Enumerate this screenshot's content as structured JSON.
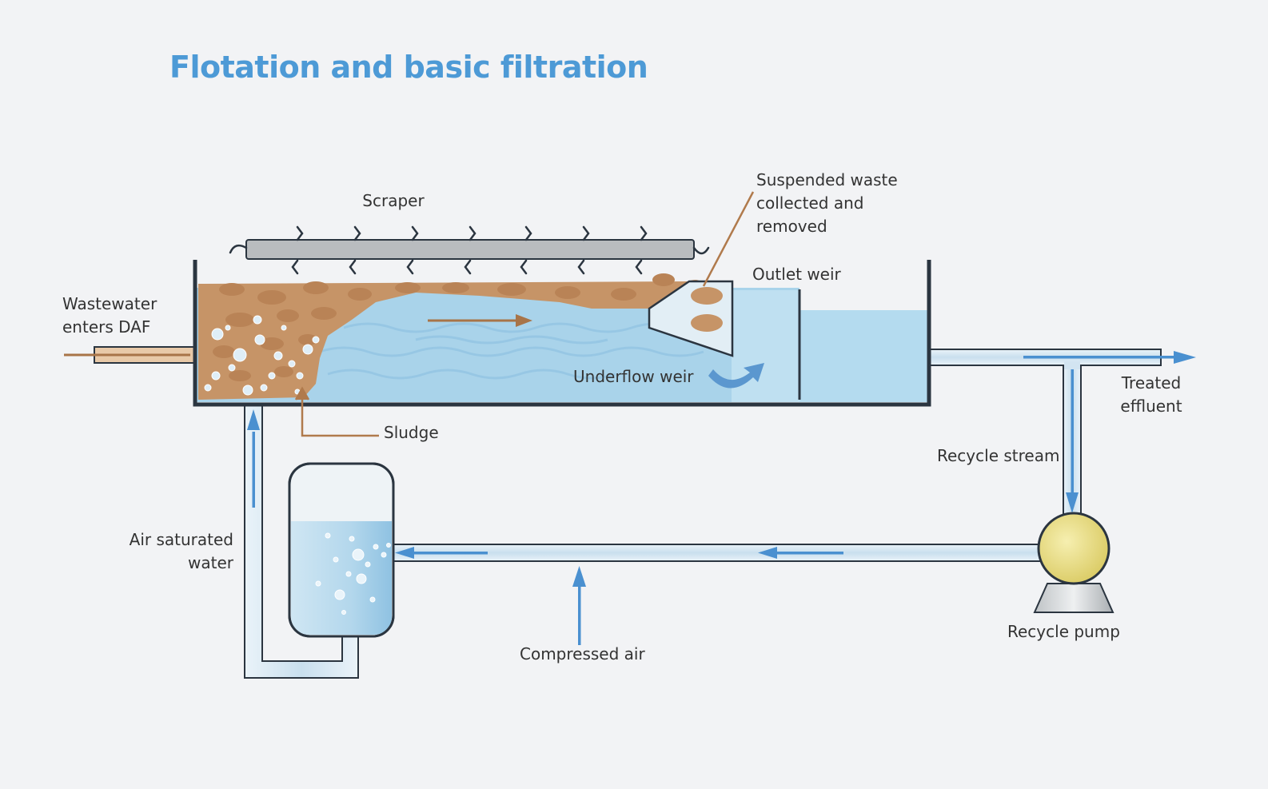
{
  "title": "Flotation and basic filtration",
  "labels": {
    "scraper": "Scraper",
    "suspended_waste": "Suspended waste\ncollected and\nremoved",
    "outlet_weir": "Outlet weir",
    "wastewater_in": "Wastewater\nenters DAF",
    "underflow_weir": "Underflow weir",
    "treated_effluent": "Treated\neffluent",
    "sludge": "Sludge",
    "recycle_stream": "Recycle stream",
    "air_saturated_water": "Air saturated\nwater",
    "compressed_air": "Compressed air",
    "recycle_pump": "Recycle pump"
  },
  "colors": {
    "title": "#4d9ad6",
    "water": "#a9d3ea",
    "pipe_fill": "#d6e8f3",
    "pipe_outline": "#2b3540",
    "flow_arrow": "#4a90d0",
    "sludge": "#c69467",
    "sludge_dark": "#a87448",
    "pump": "#e8dc7c",
    "leader_line": "#b07a4c"
  }
}
